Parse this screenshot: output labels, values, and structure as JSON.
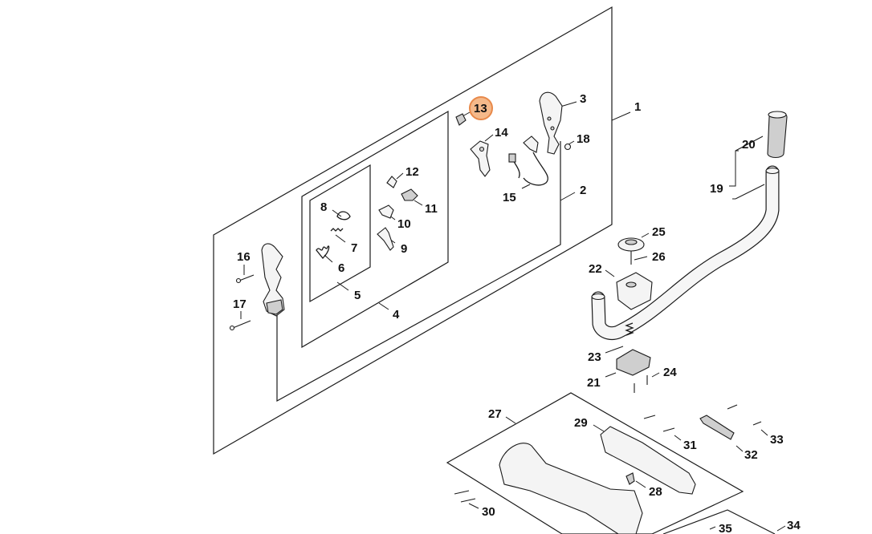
{
  "diagram": {
    "highlight_color": "#f5b98a",
    "highlight_stroke": "#e8894a",
    "highlighted_part": "13",
    "callouts": {
      "c1": "1",
      "c2": "2",
      "c3": "3",
      "c4": "4",
      "c5": "5",
      "c6": "6",
      "c7": "7",
      "c8": "8",
      "c9": "9",
      "c10": "10",
      "c11": "11",
      "c12": "12",
      "c13": "13",
      "c14": "14",
      "c15": "15",
      "c16": "16",
      "c17": "17",
      "c18": "18",
      "c19": "19",
      "c20": "20",
      "c21": "21",
      "c22": "22",
      "c23": "23",
      "c24": "24",
      "c25": "25",
      "c26": "26",
      "c27": "27",
      "c28": "28",
      "c29": "29",
      "c30": "30",
      "c31": "31",
      "c32": "32",
      "c33": "33",
      "c34": "34",
      "c35": "35"
    }
  }
}
